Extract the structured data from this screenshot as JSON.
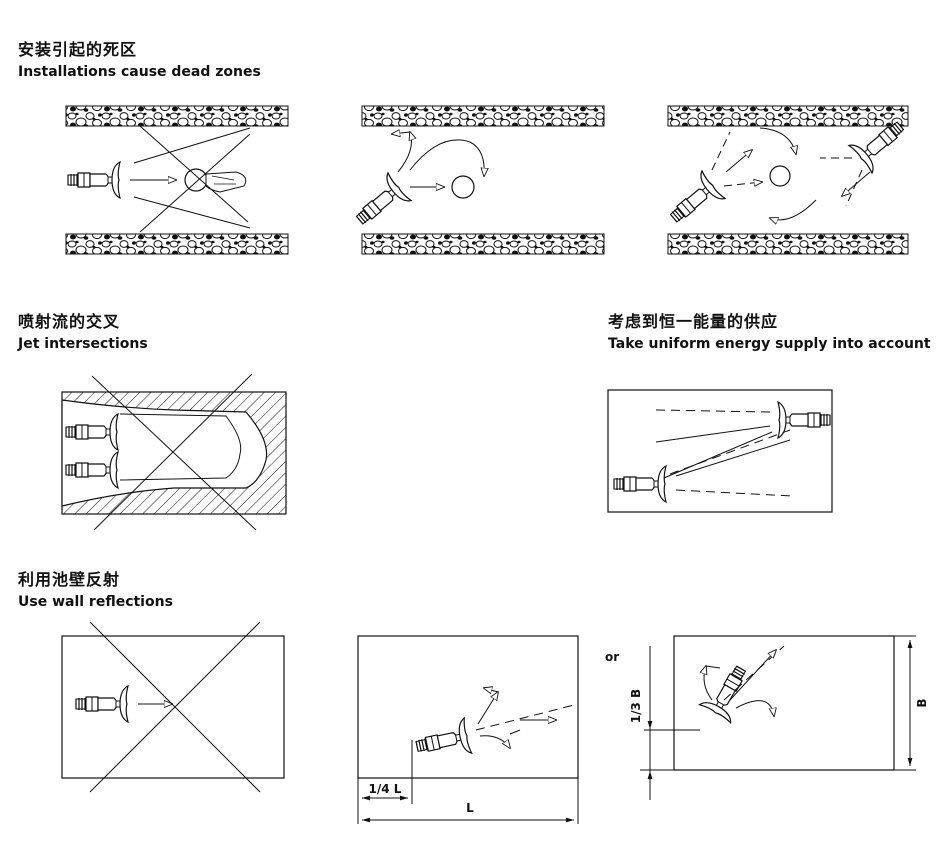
{
  "sections": [
    {
      "title_zh": "安装引起的死区",
      "title_en": "Installations cause dead zones"
    },
    {
      "title_zh": "喷射流的交叉",
      "title_en": "Jet intersections"
    },
    {
      "title_zh": "考虑到恒一能量的供应",
      "title_en": "Take uniform energy supply into account"
    },
    {
      "title_zh": "利用池壁反射",
      "title_en": "Use wall reflections"
    }
  ],
  "dims": {
    "quarter_length": "1/4 L",
    "length": "L",
    "or": "or",
    "third_breadth": "1/3 B",
    "breadth": "B"
  },
  "colors": {
    "line": "#111111",
    "background": "#ffffff"
  },
  "icons": [
    "mixer-icon",
    "gravel-wall",
    "jet-arrow",
    "cross-mark"
  ]
}
